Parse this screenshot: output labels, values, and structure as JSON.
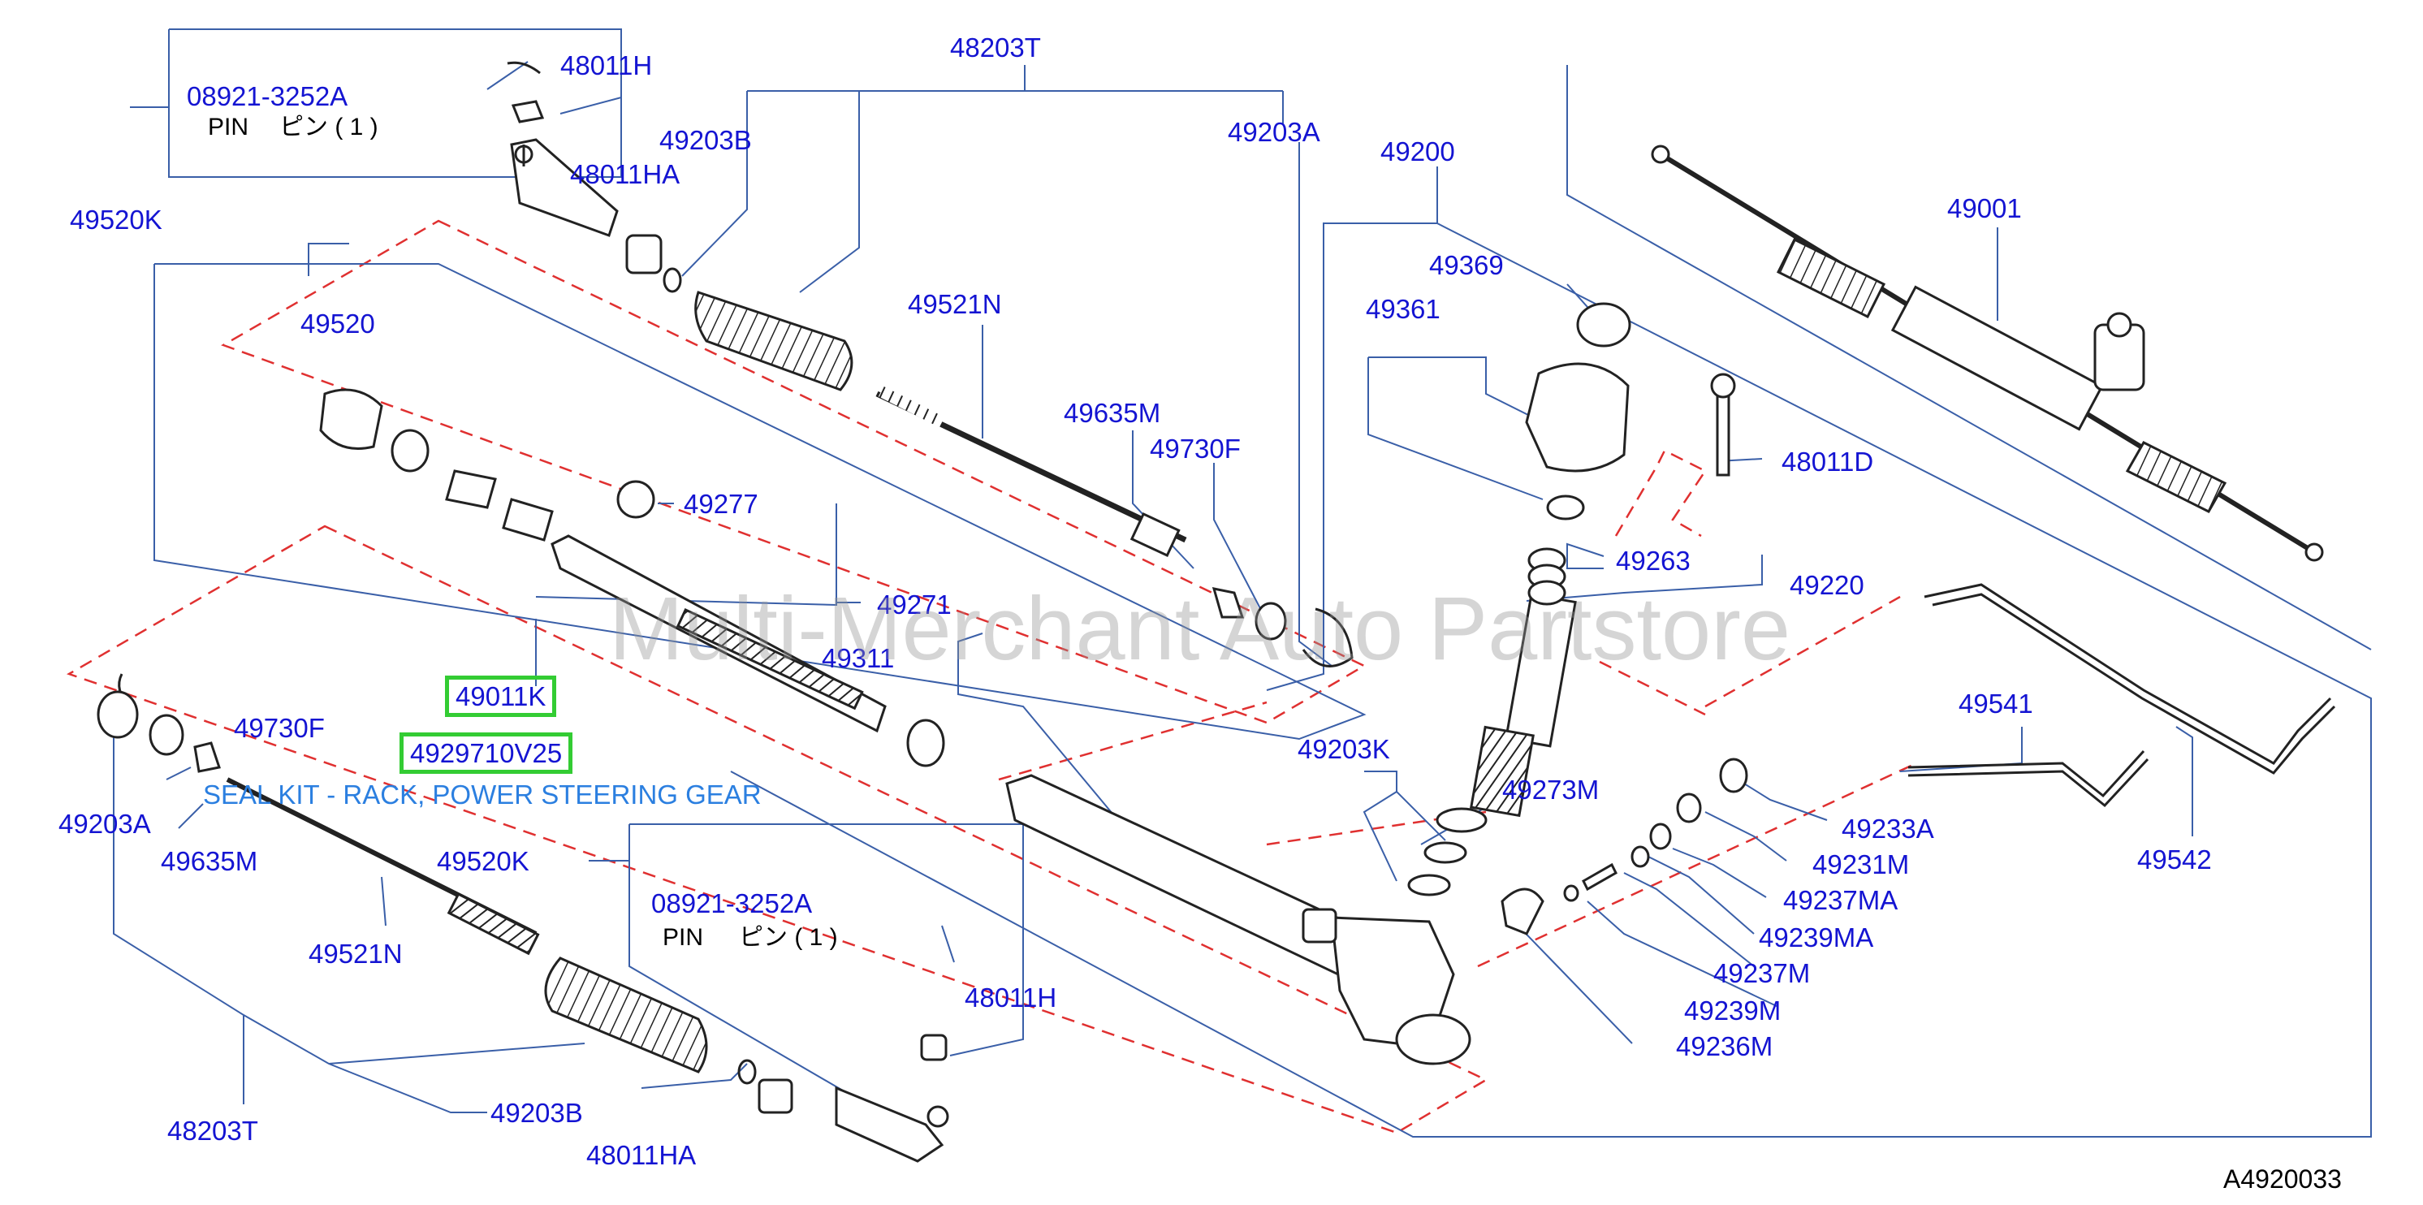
{
  "diagram_code": "A4920033",
  "watermark": "Multi-Merchant Auto Partstore",
  "description": "SEAL KIT - RACK, POWER STEERING GEAR",
  "colors": {
    "label": "#1414d2",
    "leader_line": "#3a5fa8",
    "dash_outline": "#e03030",
    "highlight_border": "#33cc33",
    "description": "#2b7fe0"
  },
  "labels": {
    "p08921_upper": "08921-3252A",
    "pin_upper": "PIN",
    "pin_qty_upper": "ピン ( 1 )",
    "p48011h_upper": "48011H",
    "p49520k_upper": "49520K",
    "p48011ha_upper": "48011HA",
    "p49203b_upper": "49203B",
    "p48203t_upper": "48203T",
    "p49203a_upper": "49203A",
    "p49200": "49200",
    "p49369": "49369",
    "p49361": "49361",
    "p49001": "49001",
    "p48011d": "48011D",
    "p49520": "49520",
    "p49521n_upper": "49521N",
    "p49635m_upper": "49635M",
    "p49730f_upper": "49730F",
    "p49263": "49263",
    "p49220": "49220",
    "p49277": "49277",
    "p49271": "49271",
    "p49311": "49311",
    "p49011k": "49011K",
    "p4929710v25": "4929710V25",
    "p49730f_lower": "49730F",
    "p49203a_lower": "49203A",
    "p49635m_lower": "49635M",
    "p49520k_lower": "49520K",
    "p08921_lower": "08921-3252A",
    "pin_lower": "PIN",
    "pin_qty_lower": "ピン ( 1 )",
    "p48011h_lower": "48011H",
    "p49521n_lower": "49521N",
    "p48203t_lower": "48203T",
    "p49203b_lower": "49203B",
    "p48011ha_lower": "48011HA",
    "p49203k": "49203K",
    "p49273m": "49273M",
    "p49541": "49541",
    "p49542": "49542",
    "p49233a": "49233A",
    "p49231m": "49231M",
    "p49237ma": "49237MA",
    "p49239ma": "49239MA",
    "p49237m": "49237M",
    "p49239m": "49239M",
    "p49236m": "49236M"
  }
}
